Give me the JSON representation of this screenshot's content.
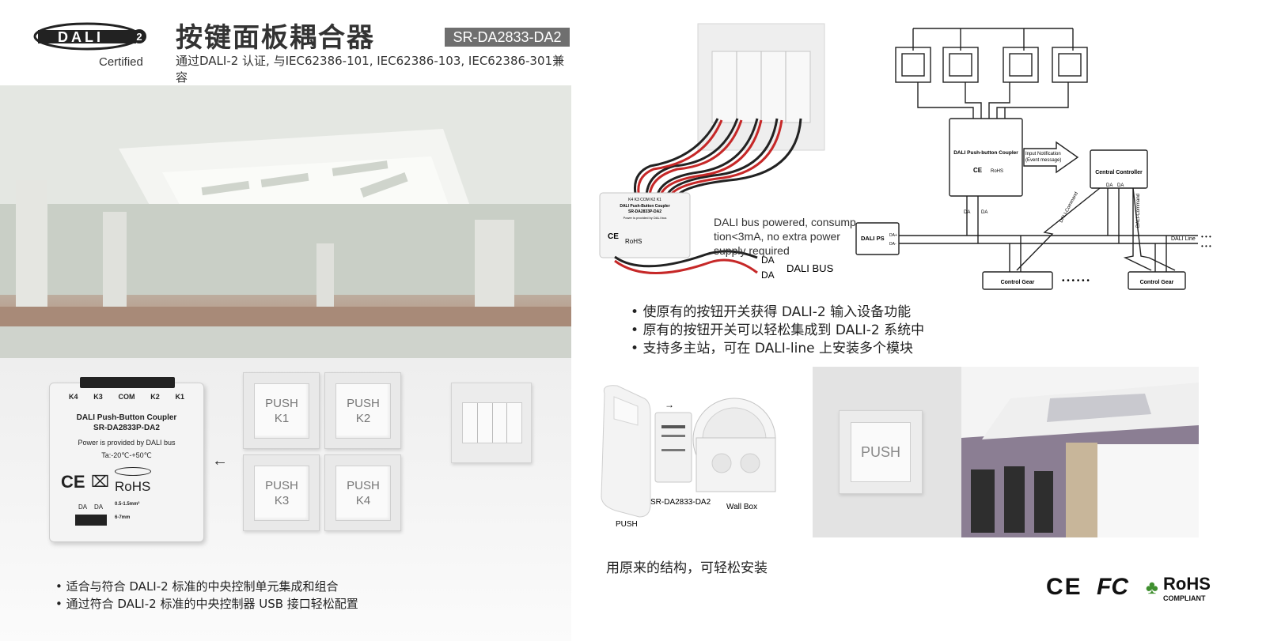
{
  "header": {
    "logo_text": "DALI",
    "logo_version": "2",
    "certified": "Certified",
    "title": "按键面板耦合器",
    "model": "SR-DA2833-DA2",
    "subtitle": "通过DALI-2 认证, 与IEC62386-101, IEC62386-103, IEC62386-301兼容"
  },
  "module": {
    "terminals": [
      "K4",
      "K3",
      "COM",
      "K2",
      "K1"
    ],
    "name": "DALI Push-Button Coupler",
    "model": "SR-DA2833P-DA2",
    "power": "Power is provided by DALI bus",
    "temp": "Ta:-20℃-+50℃",
    "rohs": "RoHS",
    "ce": "CE",
    "bottom_terminals": [
      "DA",
      "DA"
    ],
    "wire_spec_1": "0.5-1.5mm²",
    "wire_spec_2": "6-7mm"
  },
  "arrow_icon": "left-arrow-icon",
  "push_keys": [
    {
      "label": "PUSH",
      "key": "K1"
    },
    {
      "label": "PUSH",
      "key": "K2"
    },
    {
      "label": "PUSH",
      "key": "K3"
    },
    {
      "label": "PUSH",
      "key": "K4"
    }
  ],
  "left_bullets": [
    "适合与符合 DALI-2 标准的中央控制单元集成和组合",
    "通过符合 DALI-2 标准的中央控制器 USB 接口轻松配置"
  ],
  "wiring": {
    "small_module_terminals": "K4  K3  COM  K2  K1",
    "small_module_name": "DALI Push-Button Coupler",
    "small_module_model": "SR-DA2833P-DA2",
    "small_module_power": "Power is provided by DALI bus",
    "bus_note_lines": [
      "DALI bus powered, consump-",
      "tion<3mA, no extra power",
      "supply required"
    ],
    "da_1": "DA",
    "da_2": "DA",
    "dali_bus": "DALI BUS"
  },
  "diagram": {
    "coupler_label": "DALI Push-button Coupler",
    "input_notification": [
      "Input Notification",
      "(Event message)"
    ],
    "central_controller": "Central Controller",
    "cc_da": [
      "DA",
      "DA"
    ],
    "coupler_da": [
      "DA",
      "DA"
    ],
    "dali_ps": "DALI PS",
    "ps_terminals": [
      "DA+",
      "DA-"
    ],
    "dali_command_1": "DALI-Command",
    "dali_command_2": "DALI-Command",
    "dali_line": "DALI Line",
    "control_gear_1": "Control Gear",
    "control_gear_2": "Control Gear",
    "ellipsis": "• • •   • • •"
  },
  "right_bullets": [
    "使原有的按钮开关获得 DALI-2 输入设备功能",
    "原有的按钮开关可以轻松集成到 DALI-2 系统中",
    "支持多主站，可在 DALI-line 上安装多个模块"
  ],
  "install": {
    "push": "PUSH",
    "model": "SR-DA2833-DA2",
    "wall_box": "Wall Box",
    "arrow_icon": "right-arrow-icon",
    "caption": "用原来的结构，可轻松安装"
  },
  "room_push": "PUSH",
  "certifications": {
    "ce": "CE",
    "fc": "FC",
    "rohs": "RoHS",
    "compliant": "COMPLIANT"
  }
}
